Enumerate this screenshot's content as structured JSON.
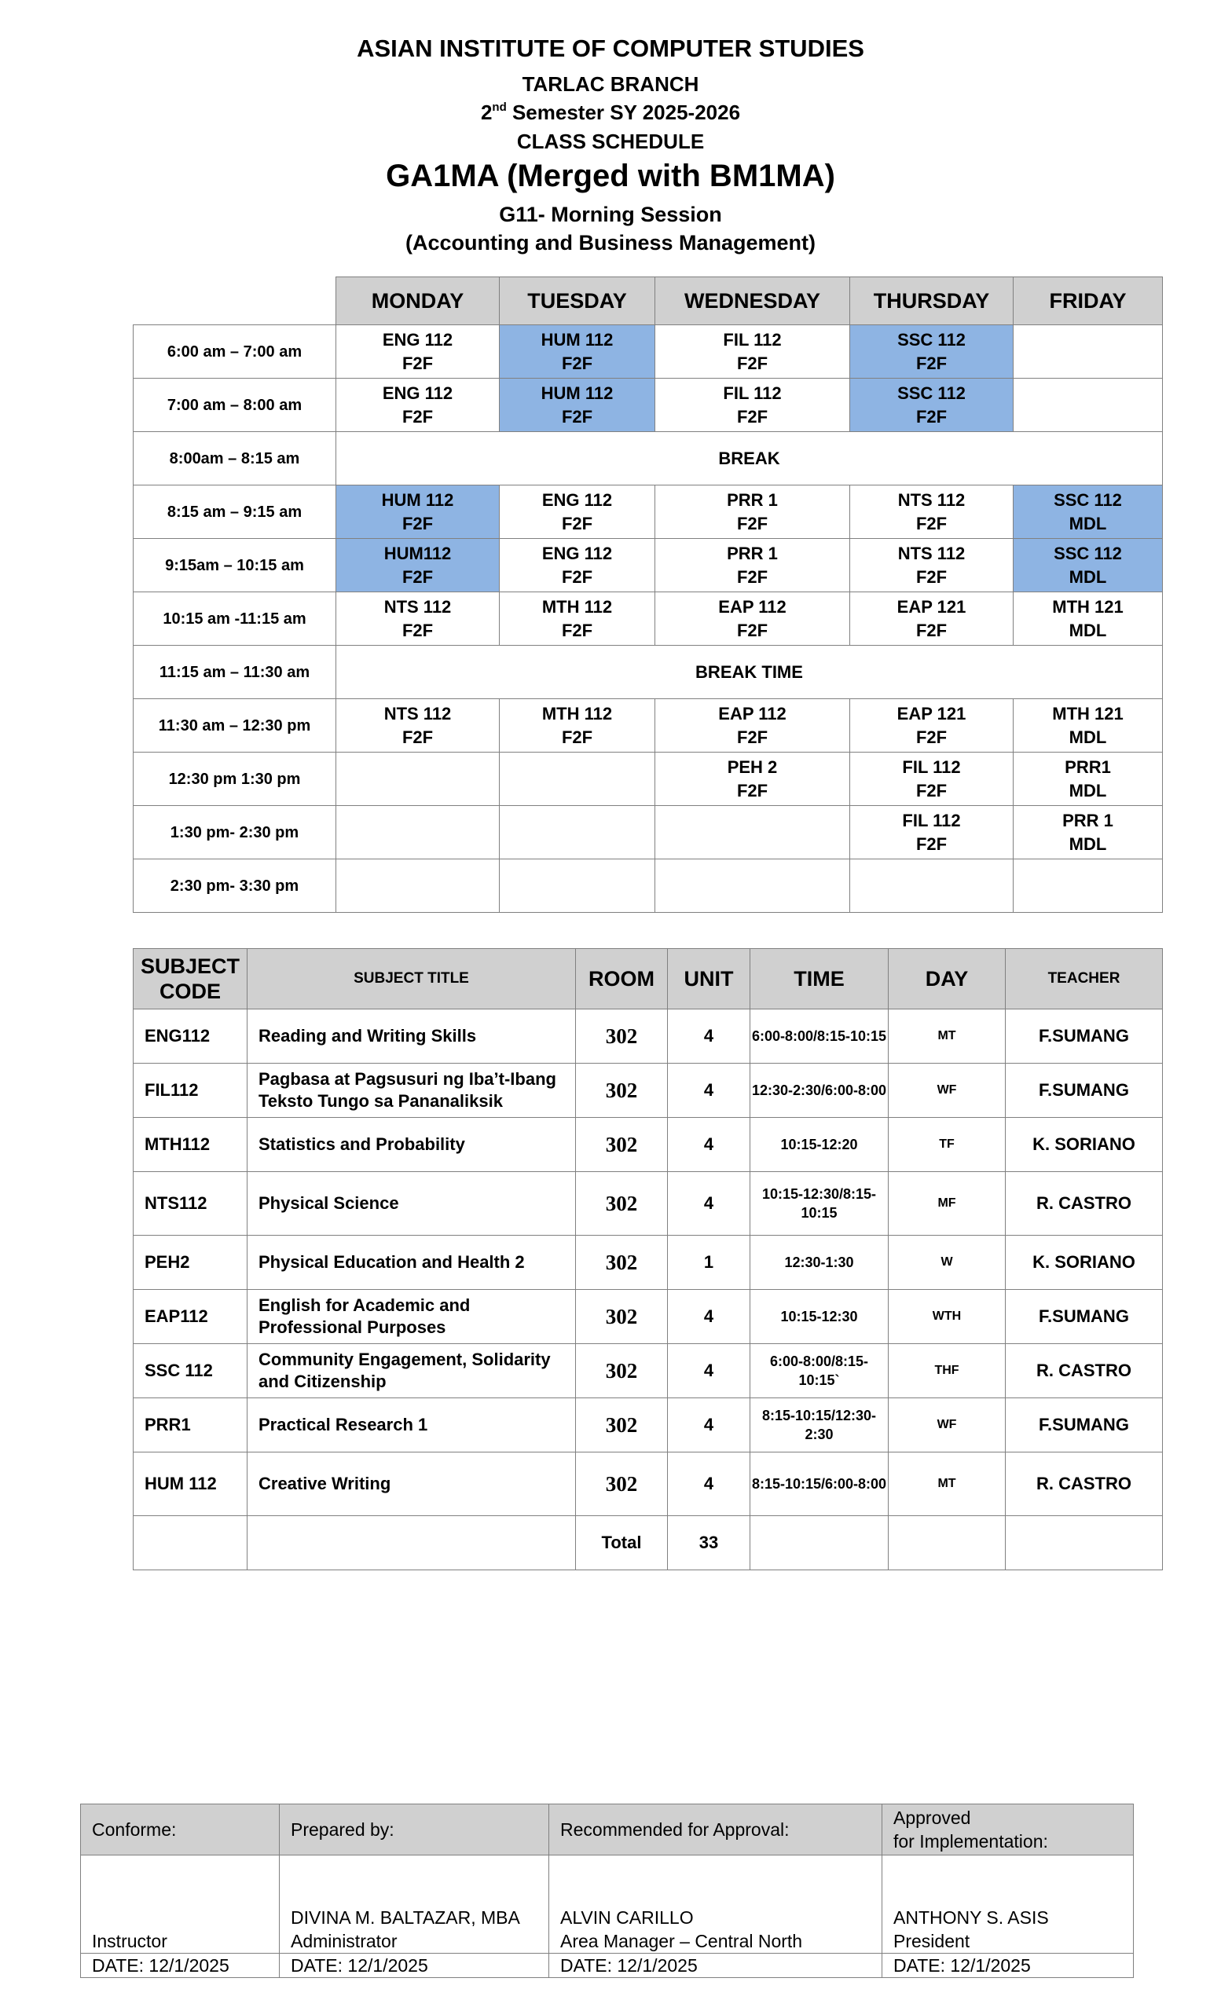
{
  "header": {
    "institution": "ASIAN INSTITUTE OF COMPUTER STUDIES",
    "branch": "TARLAC BRANCH",
    "semester_ordinal": "2",
    "semester_suffix": "nd",
    "semester_rest": " Semester SY 2025-2026",
    "doc_type": "CLASS SCHEDULE",
    "section": "GA1MA (Merged with BM1MA)",
    "session": "G11- Morning Session",
    "strand": "(Accounting and Business Management)"
  },
  "schedule": {
    "days": [
      "MONDAY",
      "TUESDAY",
      "WEDNESDAY",
      "THURSDAY",
      "FRIDAY"
    ],
    "slots": [
      {
        "time": "6:00 am – 7:00 am",
        "cells": [
          [
            "ENG 112",
            "F2F"
          ],
          [
            "HUM 112",
            "F2F"
          ],
          [
            "FIL 112",
            "F2F"
          ],
          [
            "SSC 112",
            "F2F"
          ],
          [
            "",
            ""
          ]
        ]
      },
      {
        "time": "7:00 am – 8:00 am",
        "cells": [
          [
            "ENG 112",
            "F2F"
          ],
          [
            "HUM 112",
            "F2F"
          ],
          [
            "FIL 112",
            "F2F"
          ],
          [
            "SSC 112",
            "F2F"
          ],
          [
            "",
            ""
          ]
        ]
      },
      {
        "time": "8:00am – 8:15 am",
        "break_label": "BREAK"
      },
      {
        "time": "8:15 am – 9:15 am",
        "cells": [
          [
            "HUM 112",
            "F2F"
          ],
          [
            "ENG 112",
            "F2F"
          ],
          [
            "PRR 1",
            "F2F"
          ],
          [
            "NTS 112",
            "F2F"
          ],
          [
            "SSC 112",
            "MDL"
          ]
        ]
      },
      {
        "time": "9:15am – 10:15 am",
        "cells": [
          [
            "HUM112",
            "F2F"
          ],
          [
            "ENG 112",
            "F2F"
          ],
          [
            "PRR 1",
            "F2F"
          ],
          [
            "NTS 112",
            "F2F"
          ],
          [
            "SSC 112",
            "MDL"
          ]
        ]
      },
      {
        "time": "10:15 am -11:15 am",
        "cells": [
          [
            "NTS 112",
            "F2F"
          ],
          [
            "MTH 112",
            "F2F"
          ],
          [
            "EAP 112",
            "F2F"
          ],
          [
            "EAP 121",
            "F2F"
          ],
          [
            "MTH  121",
            "MDL"
          ]
        ]
      },
      {
        "time": "11:15 am – 11:30 am",
        "break_label": "BREAK TIME"
      },
      {
        "time": "11:30 am – 12:30 pm",
        "cells": [
          [
            "NTS 112",
            "F2F"
          ],
          [
            "MTH 112",
            "F2F"
          ],
          [
            "EAP 112",
            "F2F"
          ],
          [
            "EAP 121",
            "F2F"
          ],
          [
            "MTH 121",
            "MDL"
          ]
        ]
      },
      {
        "time": "12:30 pm  1:30 pm",
        "cells": [
          [
            "",
            ""
          ],
          [
            "",
            ""
          ],
          [
            "PEH 2",
            "F2F"
          ],
          [
            "FIL 112",
            "F2F"
          ],
          [
            "PRR1",
            "MDL"
          ]
        ]
      },
      {
        "time": "1:30 pm- 2:30 pm",
        "cells": [
          [
            "",
            ""
          ],
          [
            "",
            ""
          ],
          [
            "",
            ""
          ],
          [
            "FIL 112",
            "F2F"
          ],
          [
            "PRR 1",
            "MDL"
          ]
        ]
      },
      {
        "time": "2:30 pm- 3:30 pm",
        "cells": [
          [
            "",
            ""
          ],
          [
            "",
            ""
          ],
          [
            "",
            ""
          ],
          [
            "",
            ""
          ],
          [
            "",
            ""
          ]
        ]
      }
    ],
    "highlight_color": "#8eb4e3"
  },
  "subjects": {
    "headers": {
      "code": "SUBJECT CODE",
      "title": "SUBJECT TITLE",
      "room": "ROOM",
      "unit": "UNIT",
      "time": "TIME",
      "day": "DAY",
      "teacher": "TEACHER"
    },
    "rows": [
      {
        "code": "ENG112",
        "title": "Reading and Writing Skills",
        "room": "302",
        "unit": "4",
        "time": "6:00-8:00/8:15-10:15",
        "day": "MT",
        "teacher": "F.SUMANG"
      },
      {
        "code": "FIL112",
        "title": "Pagbasa at Pagsusuri ng Iba’t-Ibang Teksto Tungo sa Pananaliksik",
        "room": "302",
        "unit": "4",
        "time": "12:30-2:30/6:00-8:00",
        "day": "WF",
        "teacher": "F.SUMANG"
      },
      {
        "code": "MTH112",
        "title": "Statistics and Probability",
        "room": "302",
        "unit": "4",
        "time": "10:15-12:20",
        "day": "TF",
        "teacher": "K. SORIANO"
      },
      {
        "code": "NTS112",
        "title": "Physical Science",
        "room": "302",
        "unit": "4",
        "time": "10:15-12:30/8:15-10:15",
        "day": "MF",
        "teacher": "R. CASTRO"
      },
      {
        "code": "PEH2",
        "title": "Physical Education and Health 2",
        "room": "302",
        "unit": "1",
        "time": "12:30-1:30",
        "day": "W",
        "teacher": "K. SORIANO"
      },
      {
        "code": "EAP112",
        "title": " English for Academic and Professional Purposes",
        "room": "302",
        "unit": "4",
        "time": "10:15-12:30",
        "day": "WTH",
        "teacher": "F.SUMANG"
      },
      {
        "code": "SSC 112",
        "title": "Community Engagement, Solidarity and Citizenship",
        "room": "302",
        "unit": "4",
        "time": "6:00-8:00/8:15-10:15`",
        "day": "THF",
        "teacher": "R. CASTRO"
      },
      {
        "code": "PRR1",
        "title": "Practical Research 1",
        "room": "302",
        "unit": "4",
        "time": "8:15-10:15/12:30-2:30",
        "day": "WF",
        "teacher": "F.SUMANG"
      },
      {
        "code": "HUM 112",
        "title": "Creative Writing",
        "room": "302",
        "unit": "4",
        "time": "8:15-10:15/6:00-8:00",
        "day": "MT",
        "teacher": "R. CASTRO"
      }
    ],
    "total_label": "Total",
    "total_units": "33"
  },
  "signatures": {
    "conforme": {
      "label": "Conforme:",
      "name": "",
      "role": "Instructor",
      "date": "DATE: 12/1/2025"
    },
    "prepared": {
      "label": "Prepared by:",
      "name": "DIVINA M. BALTAZAR, MBA",
      "role": "Administrator",
      "date": "DATE: 12/1/2025"
    },
    "recommended": {
      "label": "Recommended for Approval:",
      "name": "ALVIN CARILLO",
      "role": "Area Manager – Central North",
      "date": "DATE: 12/1/2025"
    },
    "approved": {
      "label_line1": "Approved",
      "label_line2": "for Implementation:",
      "name": "ANTHONY S. ASIS",
      "role": "President",
      "date": "DATE: 12/1/2025"
    }
  }
}
